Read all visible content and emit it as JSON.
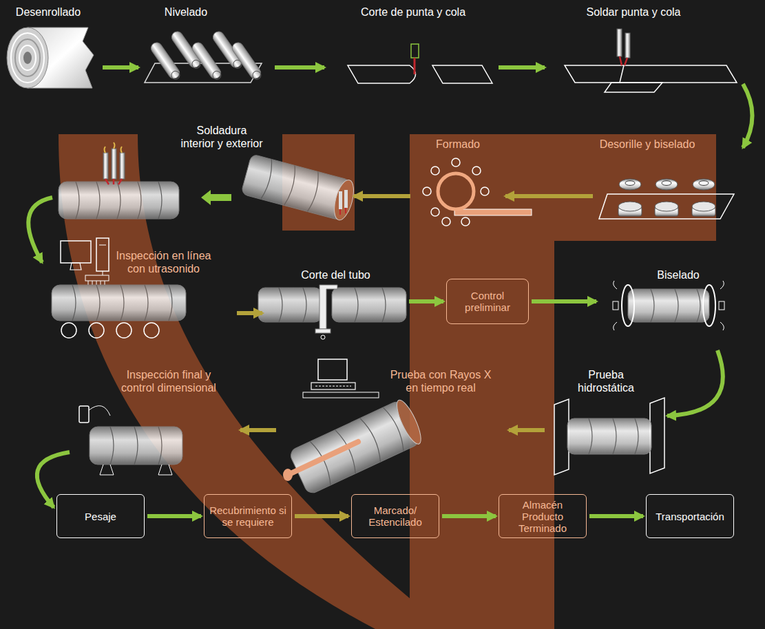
{
  "diagram": {
    "nodes": [
      {
        "text": [
          "Desenrollado"
        ]
      },
      {
        "text": [
          "Nivelado"
        ]
      },
      {
        "text": [
          "Corte de punta y cola"
        ]
      },
      {
        "text": [
          "Soldar punta y cola"
        ]
      },
      {
        "text": [
          "Desorille y biselado"
        ]
      },
      {
        "text": [
          "Formado"
        ]
      },
      {
        "text": [
          "Soldadura interior y exterior"
        ]
      },
      {
        "text": [
          "Inspección en línea con utrasonido"
        ]
      },
      {
        "text": [
          "Corte del tubo"
        ]
      },
      {
        "text": [
          "Control preliminar"
        ]
      },
      {
        "text": [
          "Biselado"
        ]
      },
      {
        "text": [
          "Prueba hidrostática"
        ]
      },
      {
        "text": [
          "Prueba con Rayos X en tiempo real"
        ]
      },
      {
        "text": [
          "Inspección final y control dimensional"
        ]
      },
      {
        "text": [
          "Pesaje"
        ]
      },
      {
        "text": [
          "Recubrimiento si se requiere"
        ]
      },
      {
        "text": [
          "Marcado/ Estencilado"
        ]
      },
      {
        "text": [
          "Almacén Producto Terminado"
        ]
      },
      {
        "text": [
          "Transportación"
        ]
      }
    ],
    "edges": [
      {
        "from": 0,
        "to": 1,
        "arrow": "to"
      },
      {
        "from": 1,
        "to": 2,
        "arrow": "to"
      },
      {
        "from": 2,
        "to": 3,
        "arrow": "to"
      },
      {
        "from": 3,
        "to": 4,
        "arrow": "to"
      },
      {
        "from": 4,
        "to": 5,
        "arrow": "to"
      },
      {
        "from": 5,
        "to": 6,
        "arrow": "to"
      },
      {
        "from": 6,
        "to": 7,
        "arrow": "to"
      },
      {
        "from": 7,
        "to": 8,
        "arrow": "to"
      },
      {
        "from": 8,
        "to": 9,
        "arrow": "to"
      },
      {
        "from": 9,
        "to": 10,
        "arrow": "to"
      },
      {
        "from": 10,
        "to": 11,
        "arrow": "to"
      },
      {
        "from": 11,
        "to": 12,
        "arrow": "to"
      },
      {
        "from": 12,
        "to": 13,
        "arrow": "to"
      },
      {
        "from": 13,
        "to": 14,
        "arrow": "to"
      },
      {
        "from": 14,
        "to": 15,
        "arrow": "to"
      },
      {
        "from": 15,
        "to": 16,
        "arrow": "to"
      },
      {
        "from": 16,
        "to": 17,
        "arrow": "to"
      },
      {
        "from": 17,
        "to": 18,
        "arrow": "to"
      }
    ]
  }
}
